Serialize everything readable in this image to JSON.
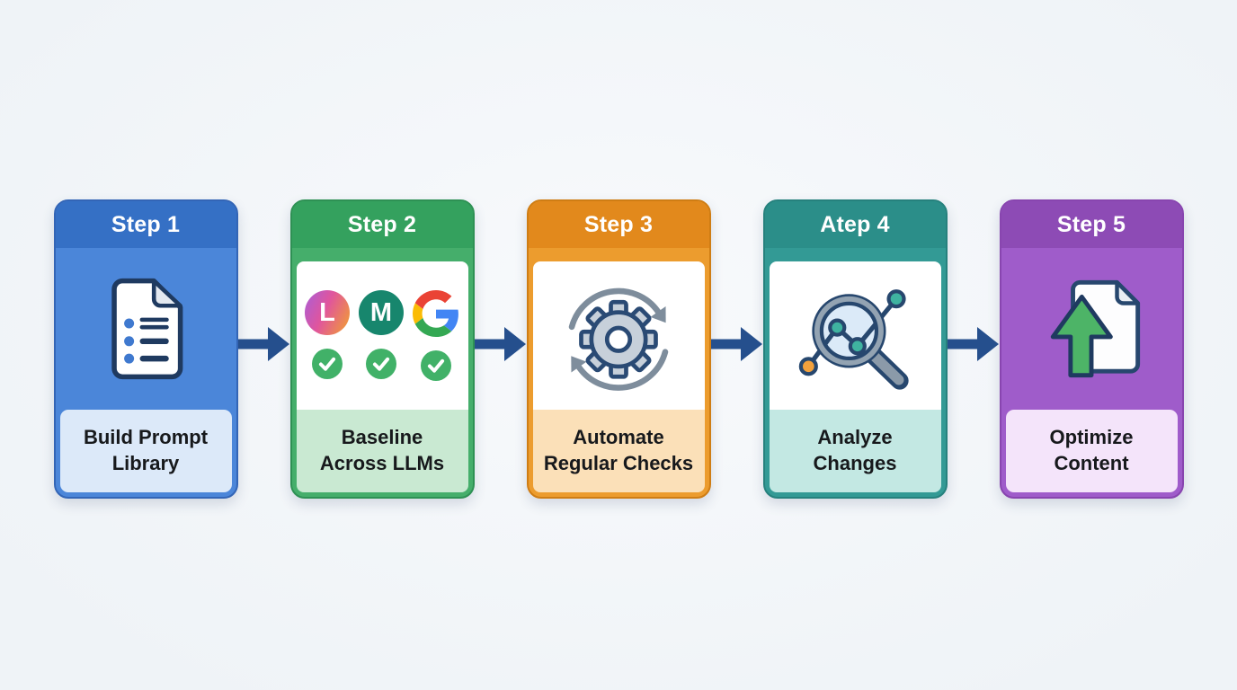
{
  "page": {
    "background_center": "#f8fafc",
    "background_edge": "#eff3f7"
  },
  "flow": {
    "arrow_color": "#254f8d",
    "steps": [
      {
        "header": "Step 1",
        "label": "Build Prompt\nLibrary",
        "icon": "document-list-icon",
        "colors": {
          "header": "#3570c5",
          "body": "#4b86d9",
          "border": "#3365b6",
          "label_bg": "#dce9f9"
        }
      },
      {
        "header": "Step 2",
        "label": "Baseline\nAcross LLMs",
        "icon": "llm-logos-checks-icon",
        "logos": [
          {
            "letter": "L"
          },
          {
            "letter": "M"
          },
          {
            "letter": "G"
          }
        ],
        "colors": {
          "header": "#34a15e",
          "body": "#45ae6b",
          "border": "#2e9154",
          "label_bg": "#c9e9d2"
        }
      },
      {
        "header": "Step 3",
        "label": "Automate\nRegular Checks",
        "icon": "automation-cycle-gear-icon",
        "colors": {
          "header": "#e2891c",
          "body": "#ec9c2e",
          "border": "#cf7d14",
          "label_bg": "#fbe0b8"
        }
      },
      {
        "header": "Atep 4",
        "label": "Analyze\nChanges",
        "icon": "magnifier-chart-icon",
        "colors": {
          "header": "#2b8e89",
          "body": "#339a95",
          "border": "#26817d",
          "label_bg": "#c3e8e3"
        }
      },
      {
        "header": "Step 5",
        "label": "Optimize\nContent",
        "icon": "upload-document-icon",
        "colors": {
          "header": "#8d4bb5",
          "body": "#9f5cca",
          "border": "#8845af",
          "label_bg": "#f4e4fa"
        }
      }
    ]
  }
}
